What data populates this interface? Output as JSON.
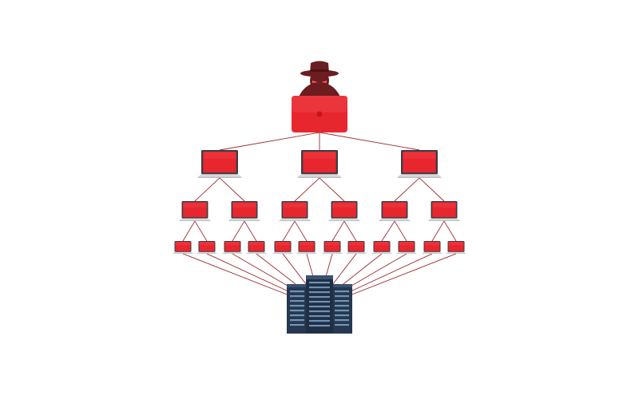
{
  "diagram": {
    "type": "botnet-hierarchy",
    "root": {
      "icon": "hacker-laptop-icon"
    },
    "levels": [
      {
        "count": 3,
        "icon": "laptop-icon"
      },
      {
        "count": 6,
        "icon": "laptop-icon"
      },
      {
        "count": 12,
        "icon": "laptop-icon"
      }
    ],
    "target": {
      "icon": "server-rack-icon"
    },
    "colors": {
      "laptop_screen": "#e8262e",
      "laptop_screen_dark": "#c4161d",
      "laptop_frame": "#3a3d44",
      "laptop_base": "#d9dadd",
      "hacker": "#6b1d1f",
      "hacker_eyes": "#ff5a5a",
      "link": "#9c2b2e",
      "server_dark": "#26384f",
      "server_mid": "#3a5170",
      "server_light": "#7fa3c8"
    }
  }
}
